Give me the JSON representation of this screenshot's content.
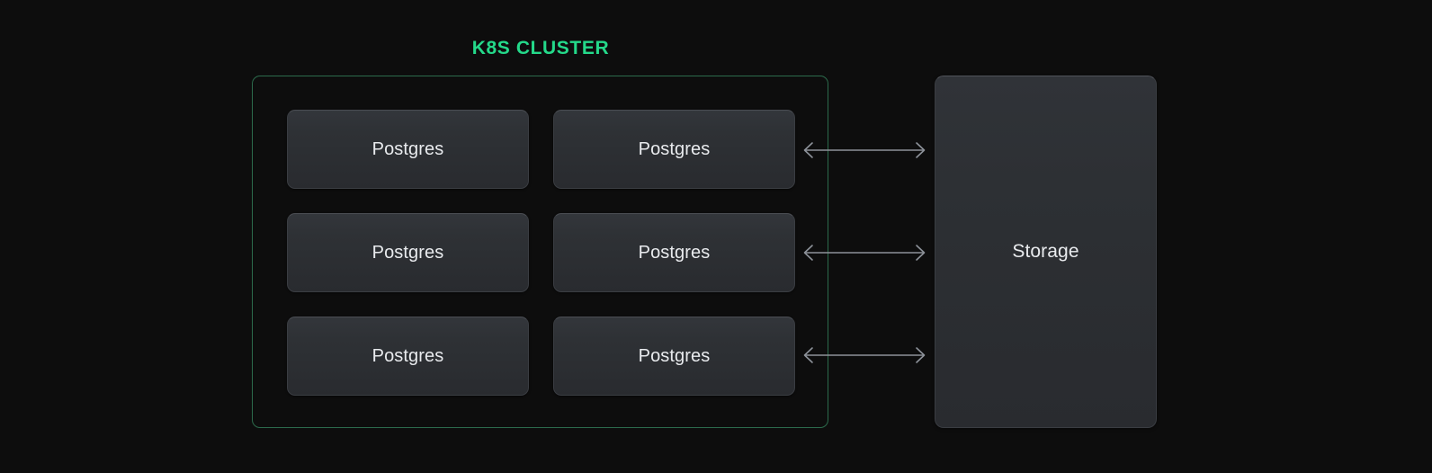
{
  "diagram": {
    "title": "K8S CLUSTER",
    "background_color": "#0d0d0d",
    "accent_color": "#24d98a",
    "cluster_border_color": "#2c6b4c",
    "node_color": "#2e3135",
    "arrow_color": "#8d929a",
    "text_color": "#e9ebee"
  },
  "cluster": {
    "title": "K8S CLUSTER",
    "nodes": [
      {
        "label": "Postgres"
      },
      {
        "label": "Postgres"
      },
      {
        "label": "Postgres"
      },
      {
        "label": "Postgres"
      },
      {
        "label": "Postgres"
      },
      {
        "label": "Postgres"
      }
    ]
  },
  "storage": {
    "label": "Storage"
  },
  "connectors": [
    {
      "name": "storage-link-row-1",
      "direction": "bidirectional"
    },
    {
      "name": "storage-link-row-2",
      "direction": "bidirectional"
    },
    {
      "name": "storage-link-row-3",
      "direction": "bidirectional"
    }
  ]
}
